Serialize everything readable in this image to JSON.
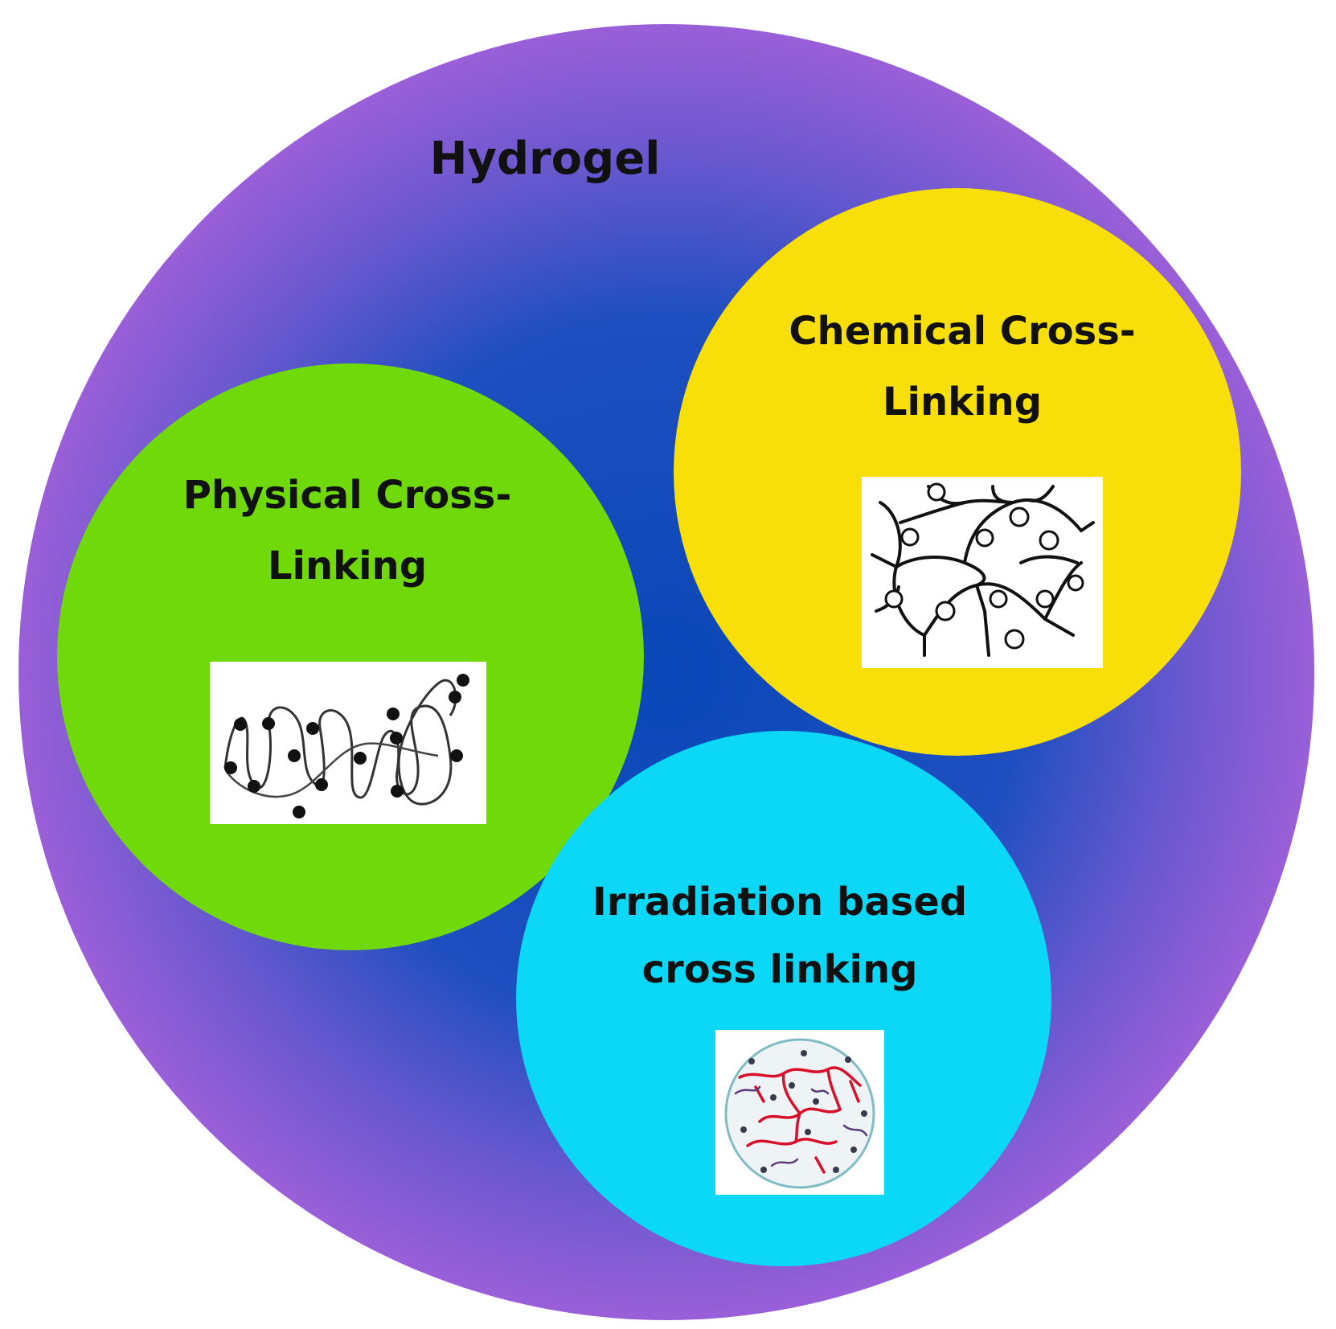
{
  "diagram": {
    "outer": {
      "label": "Hydrogel",
      "color_center": "#0a47b8",
      "color_edge": "#9a5fd8"
    },
    "categories": [
      {
        "key": "physical",
        "label_line1": "Physical Cross-",
        "label_line2": "Linking",
        "color": "#6fd90a",
        "illustration": "chain-with-junction-dots"
      },
      {
        "key": "chemical",
        "label_line1": "Chemical Cross-",
        "label_line2": "Linking",
        "color": "#f8df0a",
        "illustration": "covalent-network-with-rings"
      },
      {
        "key": "irradiation",
        "label_line1": "Irradiation based",
        "label_line2": "cross linking",
        "color": "#0ad8f6",
        "illustration": "irradiated-network-in-sphere"
      }
    ]
  }
}
